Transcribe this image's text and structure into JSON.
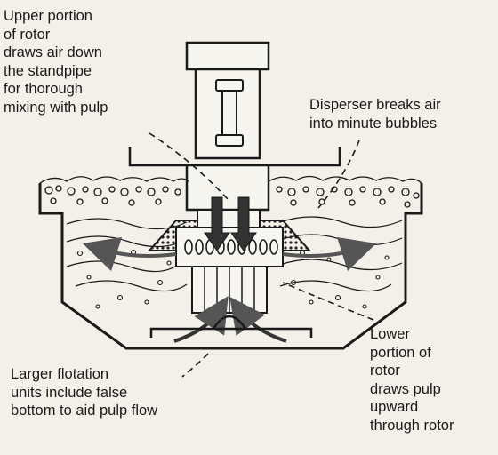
{
  "labels": {
    "upper_rotor": "Upper portion\nof rotor\ndraws air down\nthe standpipe\nfor thorough\nmixing with pulp",
    "disperser": "Disperser breaks air\ninto minute bubbles",
    "false_bottom": "Larger flotation\nunits include false\nbottom to aid pulp flow",
    "lower_rotor": "Lower\nportion of\nrotor\ndraws pulp\nupward\nthrough rotor"
  },
  "colors": {
    "background": "#f3f0e9",
    "ink": "#1a1a1a",
    "arrow_gray": "#555555"
  }
}
